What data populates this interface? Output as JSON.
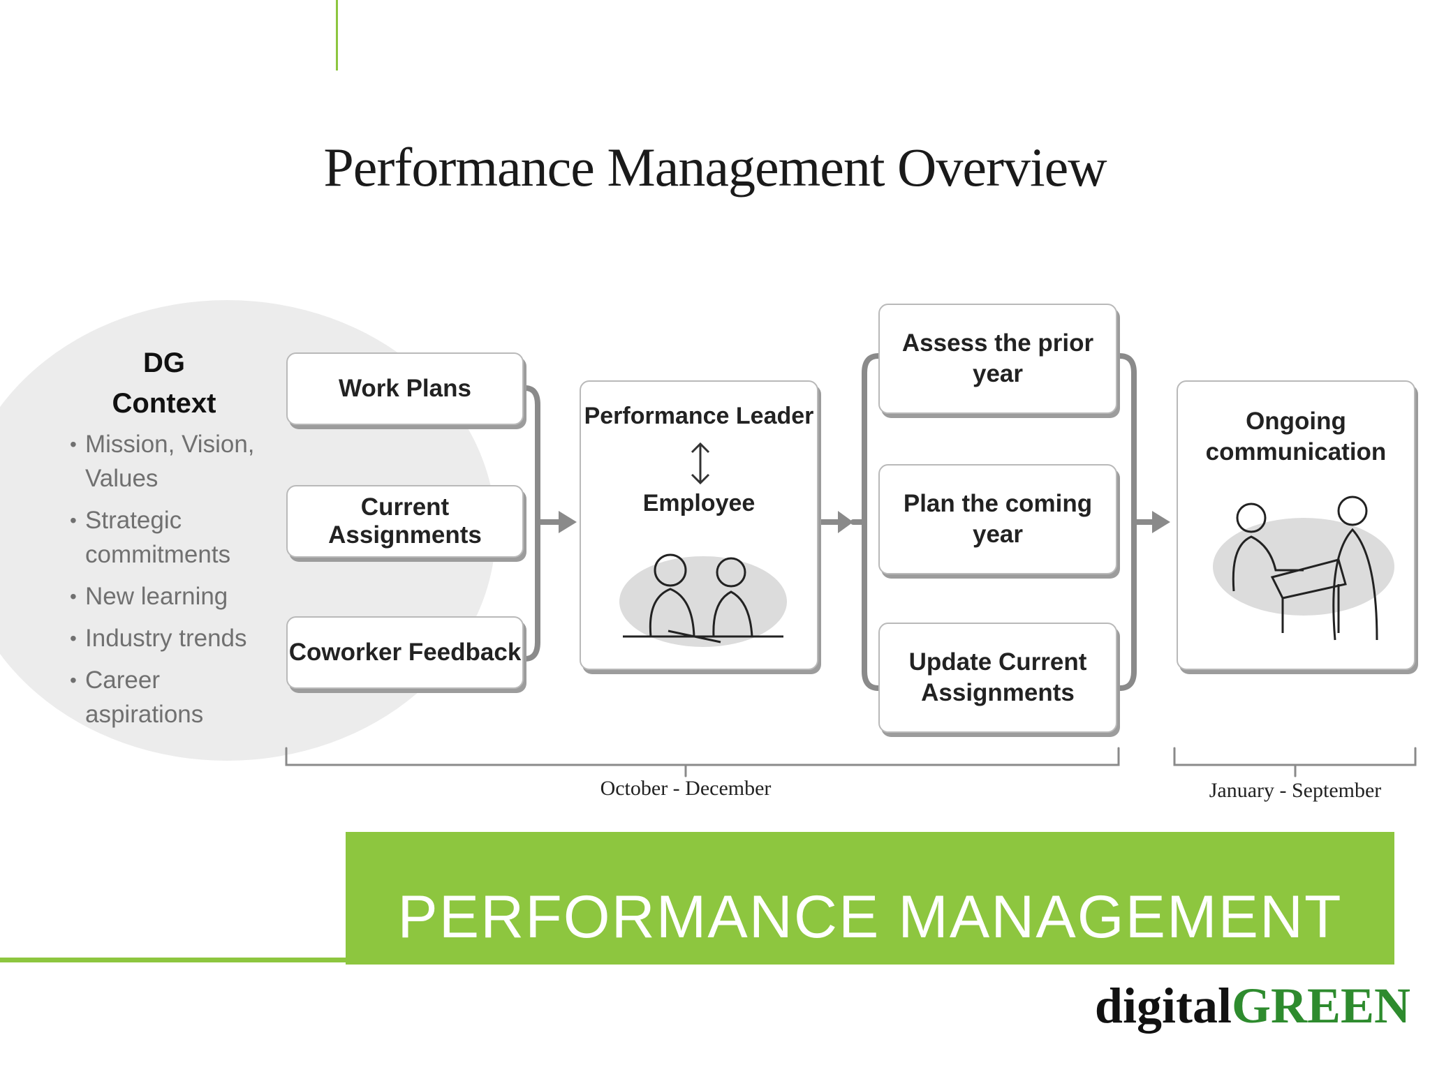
{
  "title": "Performance Management Overview",
  "context": {
    "title_line1": "DG",
    "title_line2": "Context",
    "items": [
      "Mission, Vision, Values",
      "Strategic commitments",
      "New learning",
      "Industry trends",
      "Career aspirations"
    ]
  },
  "inputs": [
    "Work Plans",
    "Current Assignments",
    "Coworker Feedback"
  ],
  "center": {
    "top_label": "Performance Leader",
    "arrow_icon": "up-down-arrow-icon",
    "bottom_label": "Employee"
  },
  "steps": [
    "Assess the prior year",
    "Plan the coming year",
    "Update Current Assignments"
  ],
  "ongoing": {
    "label": "Ongoing communication"
  },
  "periods": [
    "October - December",
    "January - September"
  ],
  "banner": {
    "text": "PERFORMANCE MANAGEMENT"
  },
  "logo": {
    "part1": "digital",
    "part2": "GREEN"
  },
  "colors": {
    "accent": "#8dc63f",
    "logo_green": "#2e8b2e"
  }
}
